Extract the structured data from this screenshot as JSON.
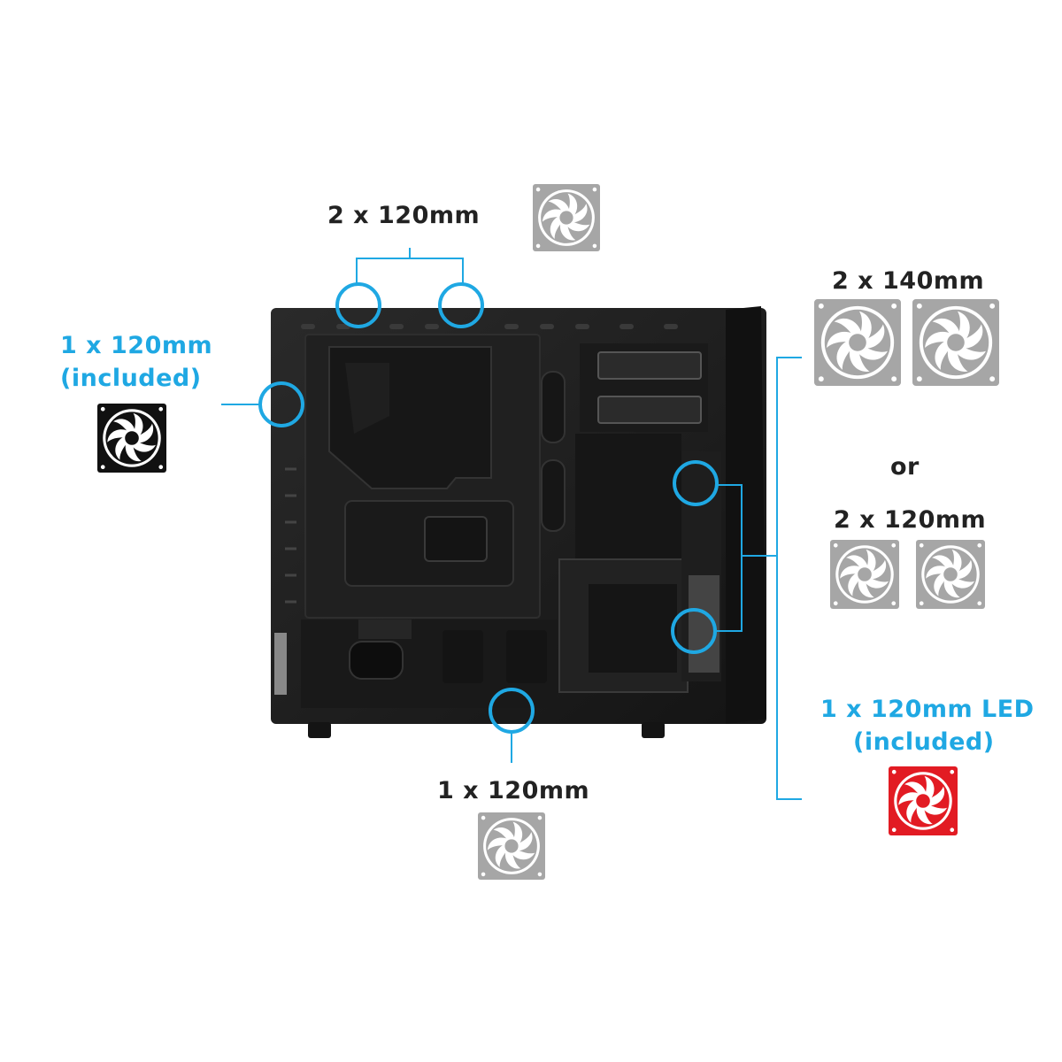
{
  "labels": {
    "top": "2 x 120mm",
    "rear_line1": "1 x 120mm",
    "rear_line2": "(included)",
    "front_140": "2 x 140mm",
    "or": "or",
    "front_120": "2 x 120mm",
    "front_led_line1": "1 x 120mm LED",
    "front_led_line2": "(included)",
    "bottom": "1 x 120mm"
  },
  "colors": {
    "accent": "#1fa8e3",
    "optional_fan": "#a6a6a6",
    "included_fan": "#111111",
    "led_fan": "#e21b23",
    "case_body": "#1c1c1c"
  },
  "icons": [
    "fan-icon"
  ]
}
